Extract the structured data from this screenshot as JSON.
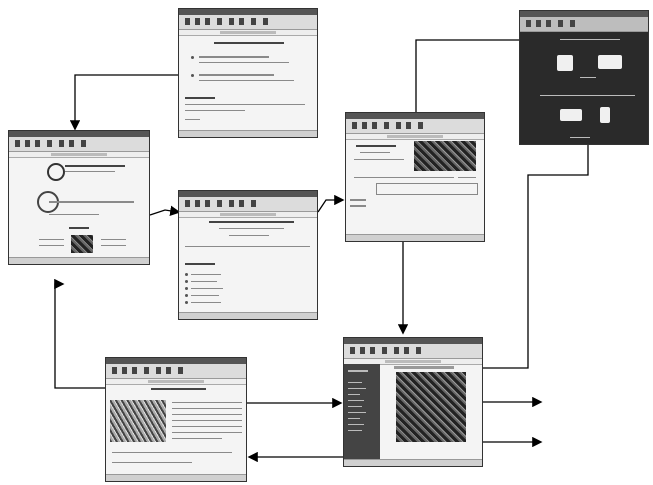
{
  "diagram": {
    "windows": [
      {
        "id": "top-center",
        "kind": "text page"
      },
      {
        "id": "left-home",
        "kind": "home page with logo"
      },
      {
        "id": "center-list",
        "kind": "text list page"
      },
      {
        "id": "right-photo",
        "kind": "page with photo"
      },
      {
        "id": "top-right-dark",
        "kind": "dark page with icons"
      },
      {
        "id": "bottom-right",
        "kind": "page with sidebar and photo"
      },
      {
        "id": "bottom-left",
        "kind": "page with photo and text"
      }
    ],
    "colors": {
      "arrow": "#000000",
      "window_border": "#333333",
      "dark_bg": "#2a2a2a"
    }
  }
}
